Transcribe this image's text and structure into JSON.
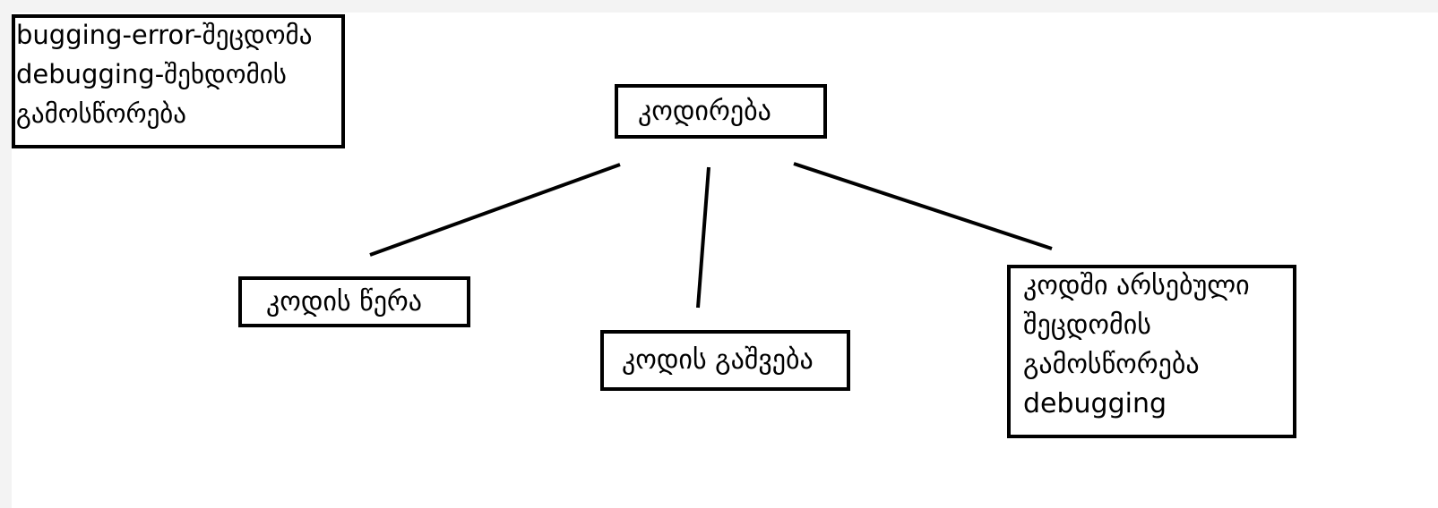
{
  "diagram": {
    "legend": {
      "lines": [
        "bugging-error-შეცდომა",
        "debugging-შეხდომის",
        "გამოსწორება"
      ]
    },
    "root": {
      "label": "კოდირება"
    },
    "children": [
      {
        "label": "კოდის წერა"
      },
      {
        "label": "კოდის გაშვება"
      },
      {
        "lines": [
          "კოდში არსებული",
          "შეცდომის",
          "გამოსწორება",
          "debugging"
        ]
      }
    ]
  }
}
